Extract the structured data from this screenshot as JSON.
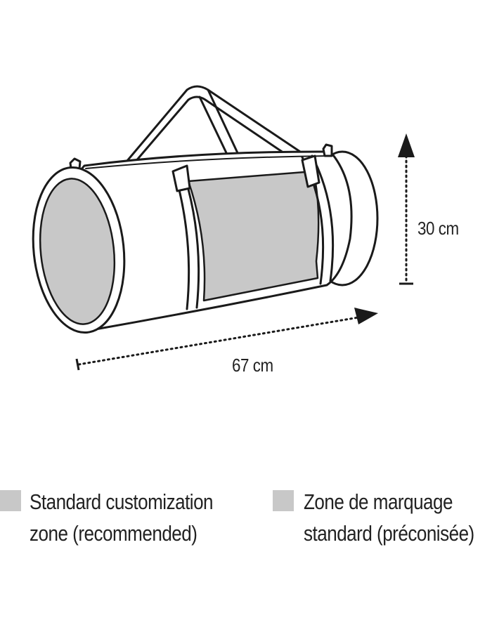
{
  "dimensions": {
    "height_label": "30 cm",
    "length_label": "67 cm"
  },
  "legend": {
    "swatch_color": "#c8c8c8",
    "english": {
      "line1": "Standard customization",
      "line2": "zone (recommended)"
    },
    "french": {
      "line1": "Zone de marquage",
      "line2": "standard (préconisée)"
    }
  },
  "icons": {
    "bag": "duffel-bag-illustration",
    "arrows": "dimension-arrows"
  }
}
